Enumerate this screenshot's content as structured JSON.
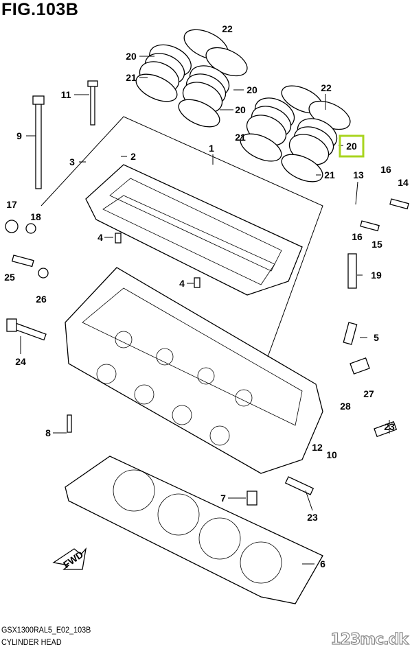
{
  "title": "FIG.103B",
  "highlight_color": "#a8d41e",
  "callouts": [
    "22",
    "20",
    "21",
    "20",
    "11",
    "22",
    "20",
    "9",
    "21",
    "20",
    "1",
    "2",
    "3",
    "21",
    "13",
    "16",
    "14",
    "17",
    "18",
    "16",
    "15",
    "4",
    "25",
    "19",
    "4",
    "26",
    "5",
    "24",
    "27",
    "28",
    "23",
    "8",
    "12",
    "10",
    "7",
    "23",
    "6"
  ],
  "fwd_label": "FWD",
  "footer": {
    "model_code": "GSX1300RAL5_E02_103B",
    "name": "CYLINDER HEAD"
  },
  "watermark": "123mc.dk"
}
